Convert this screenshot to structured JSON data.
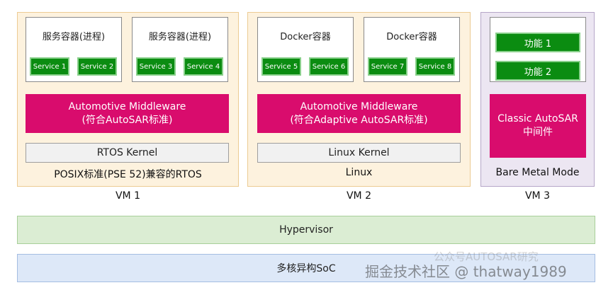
{
  "vm1": {
    "containers": [
      {
        "title": "服务容器(进程)",
        "services": [
          "Service 1",
          "Service 2"
        ]
      },
      {
        "title": "服务容器(进程)",
        "services": [
          "Service 3",
          "Service 4"
        ]
      }
    ],
    "middleware": [
      "Automotive Middleware",
      "(符合AutoSAR标准)"
    ],
    "kernel": "RTOS Kernel",
    "caption": "POSIX标准(PSE 52)兼容的RTOS",
    "label": "VM 1"
  },
  "vm2": {
    "containers": [
      {
        "title": "Docker容器",
        "services": [
          "Service 5",
          "Service 6"
        ]
      },
      {
        "title": "Docker容器",
        "services": [
          "Service 7",
          "Service 8"
        ]
      }
    ],
    "middleware": [
      "Automotive Middleware",
      "(符合Adaptive AutoSAR标准)"
    ],
    "kernel": "Linux Kernel",
    "caption": "Linux",
    "label": "VM 2"
  },
  "vm3": {
    "functions": [
      "功能 1",
      "功能 2"
    ],
    "middleware": [
      "Classic AutoSAR",
      "中间件"
    ],
    "caption": "Bare Metal Mode",
    "label": "VM 3"
  },
  "hypervisor": "Hypervisor",
  "soc": "多核异构SoC",
  "watermark": "掘金技术社区 @ thatway1989",
  "watermark_faint": "公众号AUTOSAR研究",
  "colors": {
    "vm_bg": "#fdf2de",
    "vm3_bg": "#ece6f2",
    "service_green": "#0b8c11",
    "middleware_magenta": "#d90c6d",
    "hypervisor_green": "#dbedd3",
    "soc_blue": "#dde8f8"
  }
}
